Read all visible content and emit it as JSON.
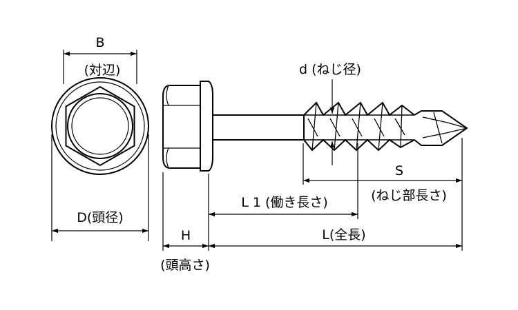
{
  "labels": {
    "b": "B",
    "b_desc": "(対辺)",
    "d_head": "D(頭径)",
    "d_thread": "d (ねじ径)",
    "s": "S",
    "s_desc": "(ねじ部長さ)",
    "l1": "L 1 (働き長さ)",
    "h": "H",
    "h_desc": "(頭高さ)",
    "l": "L(全長)"
  },
  "colors": {
    "ink": "#000000",
    "background": "#ffffff"
  }
}
